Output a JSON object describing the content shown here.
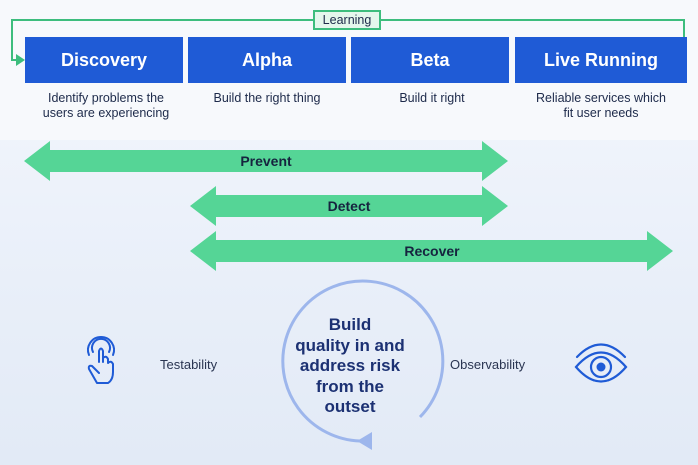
{
  "learning_label": "Learning",
  "phases": [
    {
      "name": "Discovery",
      "desc_line1": "Identify problems the",
      "desc_line2": "users are experiencing"
    },
    {
      "name": "Alpha",
      "desc_line1": "Build the right thing",
      "desc_line2": ""
    },
    {
      "name": "Beta",
      "desc_line1": "Build it right",
      "desc_line2": ""
    },
    {
      "name": "Live Running",
      "desc_line1": "Reliable services which",
      "desc_line2": "fit user needs"
    }
  ],
  "arrows": {
    "prevent": "Prevent",
    "detect": "Detect",
    "recover": "Recover"
  },
  "bottom": {
    "left_label": "Testability",
    "right_label": "Observability",
    "center_lines": [
      "Build",
      "quality in and",
      "address risk",
      "from the",
      "outset"
    ]
  },
  "colors": {
    "phase_blue": "#1f5bd6",
    "arrow_green": "#55d596",
    "loop_green": "#3dbd7d",
    "icon_blue": "#1f5bd6",
    "circle_blue": "#9db6ec"
  },
  "icons": {
    "left": "touch-hand-icon",
    "right": "eye-icon"
  }
}
